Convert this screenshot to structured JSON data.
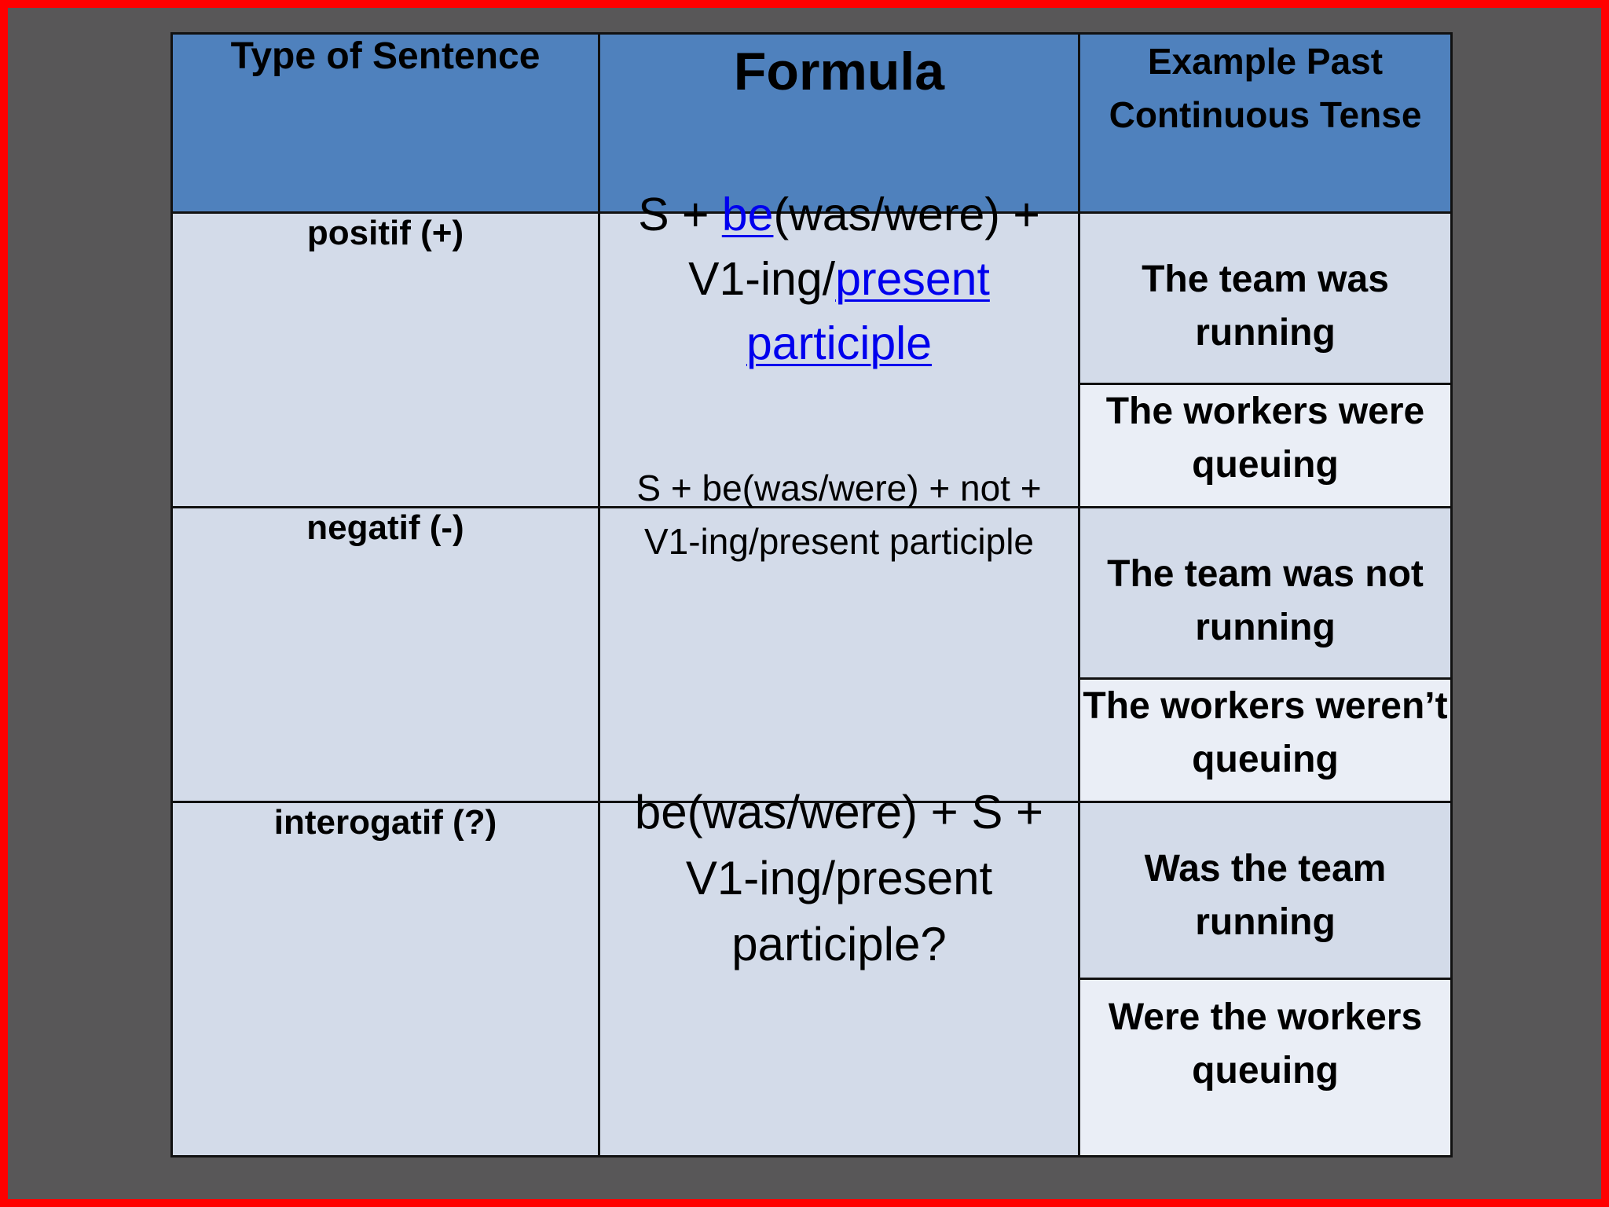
{
  "header": {
    "type_of_sentence": "Type of Sentence",
    "formula": "Formula",
    "example_line1": "Example Past",
    "example_line2": "Continuous Tense"
  },
  "rows": [
    {
      "type": "positif (+)",
      "formula_parts": {
        "s_plus": "S + ",
        "be_link": "be",
        "was_were": "(was/were) +",
        "v1ing": "V1-ing/",
        "present_link": "present",
        "participle_link": "participle"
      },
      "examples": [
        "The team was running",
        "The workers were queuing"
      ]
    },
    {
      "type": "negatif (-)",
      "formula": "S + be(was/were) + not + V1-ing/present participle",
      "examples": [
        "The team was not running",
        "The workers weren’t queuing"
      ]
    },
    {
      "type": "interogatif (?)",
      "formula": "be(was/were) + S + V1-ing/present participle?",
      "examples": [
        "Was the team running",
        "Were the workers queuing"
      ]
    }
  ],
  "colors": {
    "header_bg": "#4f81bd",
    "cell_dark": "#d3dbe9",
    "cell_light": "#eaeef6",
    "link": "#0000ee",
    "frame": "#ff0000",
    "page_bg": "#585758"
  }
}
